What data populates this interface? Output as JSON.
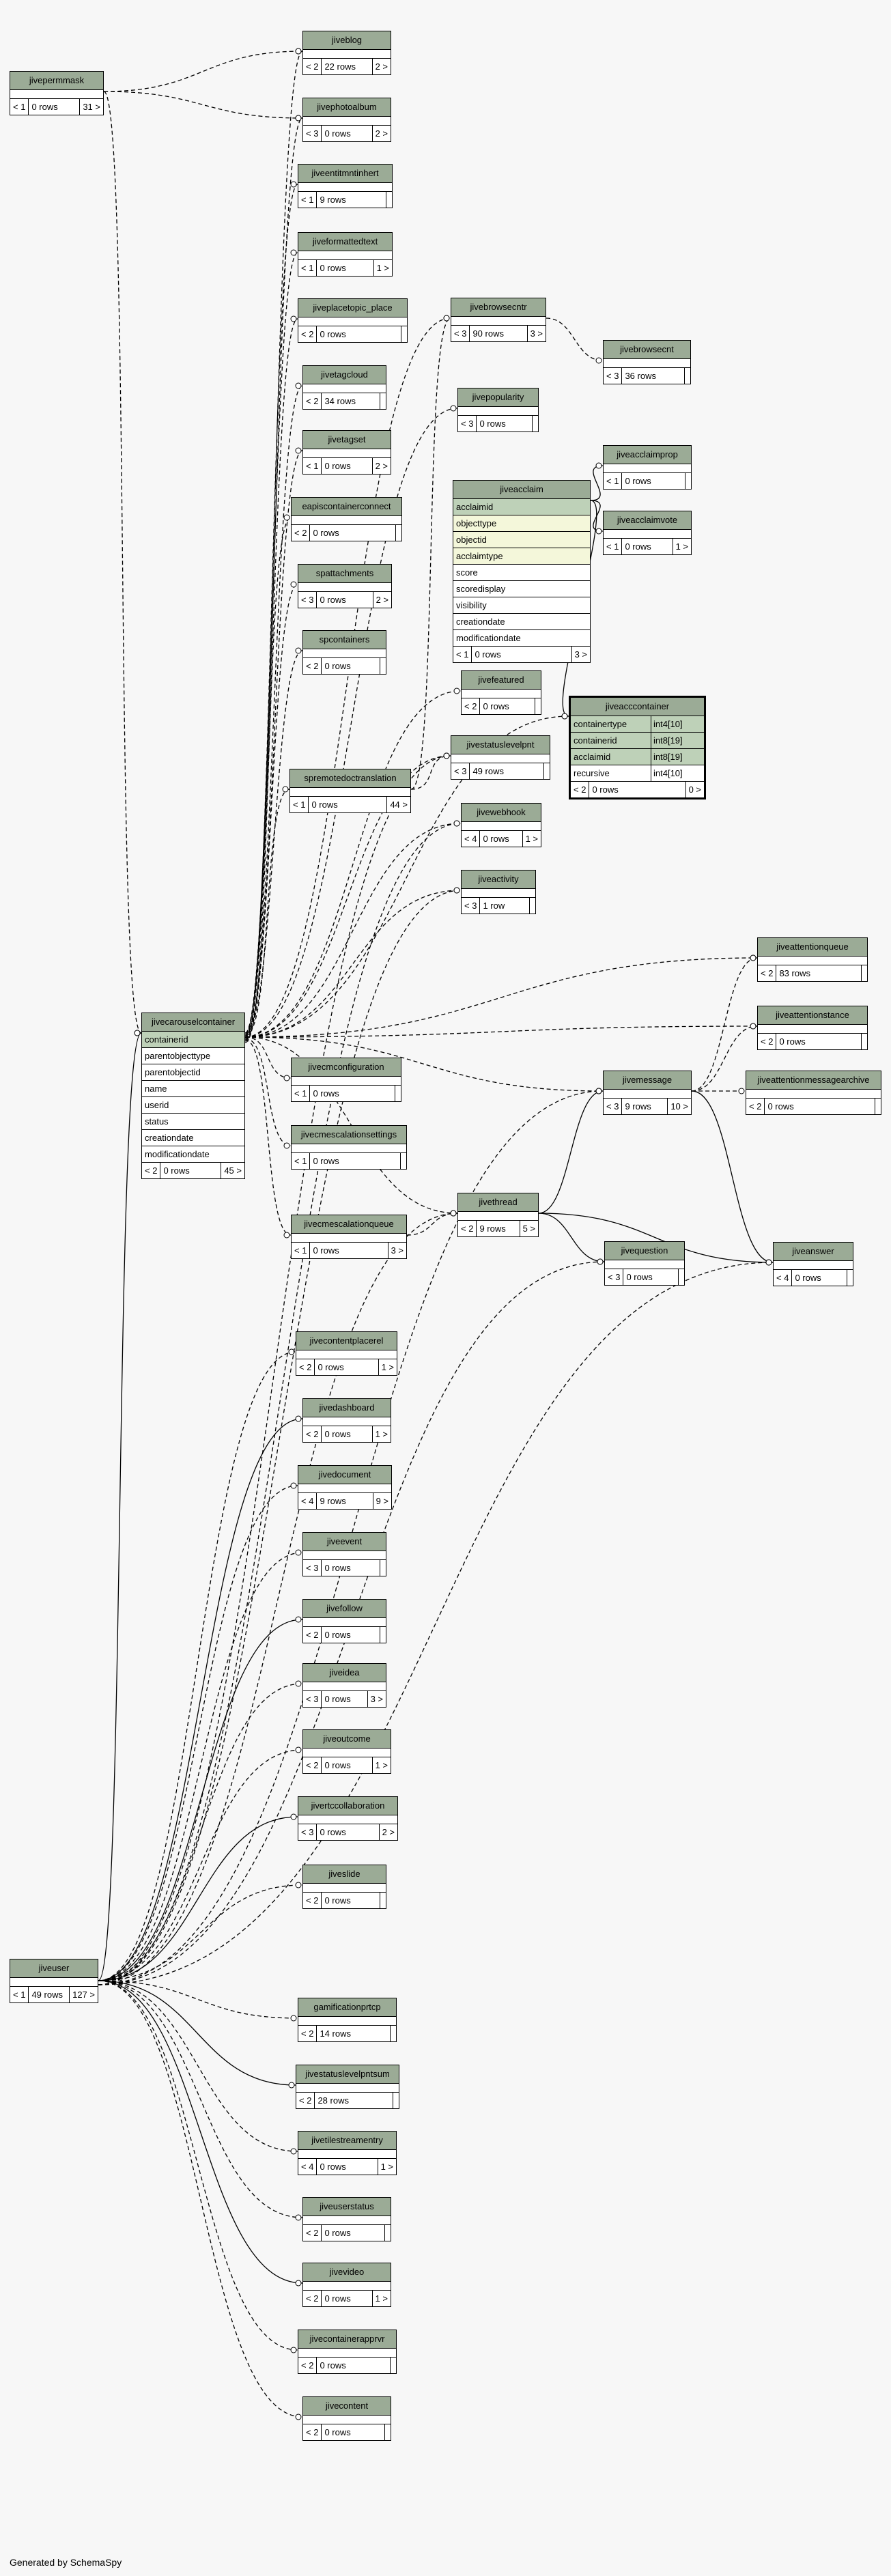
{
  "footer_text": "Generated by SchemaSpy",
  "tables": [
    {
      "id": "jivepermmask",
      "name": "jivepermmask",
      "cols": [],
      "parents": "< 1",
      "rows": "0 rows",
      "children": "31 >"
    },
    {
      "id": "jiveblog",
      "name": "jiveblog",
      "cols": [],
      "parents": "< 2",
      "rows": "22 rows",
      "children": "2 >"
    },
    {
      "id": "jivephotoalbum",
      "name": "jivephotoalbum",
      "cols": [],
      "parents": "< 3",
      "rows": "0 rows",
      "children": "2 >"
    },
    {
      "id": "jiveentitmntinhert",
      "name": "jiveentitmntinhert",
      "cols": [],
      "parents": "< 1",
      "rows": "9 rows",
      "children": ""
    },
    {
      "id": "jiveformattedtext",
      "name": "jiveformattedtext",
      "cols": [],
      "parents": "< 1",
      "rows": "0 rows",
      "children": "1 >"
    },
    {
      "id": "jiveplacetopic_place",
      "name": "jiveplacetopic_place",
      "cols": [],
      "parents": "< 2",
      "rows": "0 rows",
      "children": ""
    },
    {
      "id": "jivetagcloud",
      "name": "jivetagcloud",
      "cols": [],
      "parents": "< 2",
      "rows": "34 rows",
      "children": ""
    },
    {
      "id": "jivetagset",
      "name": "jivetagset",
      "cols": [],
      "parents": "< 1",
      "rows": "0 rows",
      "children": "2 >"
    },
    {
      "id": "eapiscontainerconnect",
      "name": "eapiscontainerconnect",
      "cols": [],
      "parents": "< 2",
      "rows": "0 rows",
      "children": ""
    },
    {
      "id": "spattachments",
      "name": "spattachments",
      "cols": [],
      "parents": "< 3",
      "rows": "0 rows",
      "children": "2 >"
    },
    {
      "id": "spcontainers",
      "name": "spcontainers",
      "cols": [],
      "parents": "< 2",
      "rows": "0 rows",
      "children": ""
    },
    {
      "id": "spremotedoctranslation",
      "name": "spremotedoctranslation",
      "cols": [],
      "parents": "< 1",
      "rows": "0 rows",
      "children": "44 >"
    },
    {
      "id": "jivebrowsecntr",
      "name": "jivebrowsecntr",
      "cols": [],
      "parents": "< 3",
      "rows": "90 rows",
      "children": "3 >"
    },
    {
      "id": "jivebrowsecnt",
      "name": "jivebrowsecnt",
      "cols": [],
      "parents": "< 3",
      "rows": "36 rows",
      "children": ""
    },
    {
      "id": "jivepopularity",
      "name": "jivepopularity",
      "cols": [],
      "parents": "< 3",
      "rows": "0 rows",
      "children": ""
    },
    {
      "id": "jiveacclaimprop",
      "name": "jiveacclaimprop",
      "cols": [],
      "parents": "< 1",
      "rows": "0 rows",
      "children": ""
    },
    {
      "id": "jiveacclaimvote",
      "name": "jiveacclaimvote",
      "cols": [],
      "parents": "< 1",
      "rows": "0 rows",
      "children": "1 >"
    },
    {
      "id": "jiveacclaim",
      "name": "jiveacclaim",
      "cols": [
        {
          "n": "acclaimid",
          "k": "pk"
        },
        {
          "n": "objecttype",
          "k": "fk"
        },
        {
          "n": "objectid",
          "k": "fk"
        },
        {
          "n": "acclaimtype",
          "k": "fk"
        },
        {
          "n": "score",
          "k": ""
        },
        {
          "n": "scoredisplay",
          "k": ""
        },
        {
          "n": "visibility",
          "k": ""
        },
        {
          "n": "creationdate",
          "k": ""
        },
        {
          "n": "modificationdate",
          "k": ""
        }
      ],
      "parents": "< 1",
      "rows": "0 rows",
      "children": "3 >"
    },
    {
      "id": "jivefeatured",
      "name": "jivefeatured",
      "cols": [],
      "parents": "< 2",
      "rows": "0 rows",
      "children": ""
    },
    {
      "id": "jivestatuslevelpnt",
      "name": "jivestatuslevelpnt",
      "cols": [],
      "parents": "< 3",
      "rows": "49 rows",
      "children": ""
    },
    {
      "id": "jiveacccontainer",
      "name": "jiveacccontainer",
      "focus": true,
      "cols": [
        {
          "n": "containertype",
          "t": "int4[10]",
          "k": "pk"
        },
        {
          "n": "containerid",
          "t": "int8[19]",
          "k": "pk"
        },
        {
          "n": "acclaimid",
          "t": "int8[19]",
          "k": "pk"
        },
        {
          "n": "recursive",
          "t": "int4[10]",
          "k": ""
        }
      ],
      "parents": "< 2",
      "rows": "0 rows",
      "children": "0 >"
    },
    {
      "id": "jivewebhook",
      "name": "jivewebhook",
      "cols": [],
      "parents": "< 4",
      "rows": "0 rows",
      "children": "1 >"
    },
    {
      "id": "jiveactivity",
      "name": "jiveactivity",
      "cols": [],
      "parents": "< 3",
      "rows": "1 row",
      "children": ""
    },
    {
      "id": "jiveattentionqueue",
      "name": "jiveattentionqueue",
      "cols": [],
      "parents": "< 2",
      "rows": "83 rows",
      "children": ""
    },
    {
      "id": "jiveattentionstance",
      "name": "jiveattentionstance",
      "cols": [],
      "parents": "< 2",
      "rows": "0 rows",
      "children": ""
    },
    {
      "id": "jivecarouselcontainer",
      "name": "jivecarouselcontainer",
      "cols": [
        {
          "n": "containerid",
          "k": "pk"
        },
        {
          "n": "parentobjecttype",
          "k": ""
        },
        {
          "n": "parentobjectid",
          "k": ""
        },
        {
          "n": "name",
          "k": ""
        },
        {
          "n": "userid",
          "k": ""
        },
        {
          "n": "status",
          "k": ""
        },
        {
          "n": "creationdate",
          "k": ""
        },
        {
          "n": "modificationdate",
          "k": ""
        }
      ],
      "parents": "< 2",
      "rows": "0 rows",
      "children": "45 >"
    },
    {
      "id": "jivecmconfiguration",
      "name": "jivecmconfiguration",
      "cols": [],
      "parents": "< 1",
      "rows": "0 rows",
      "children": ""
    },
    {
      "id": "jivemessage",
      "name": "jivemessage",
      "cols": [],
      "parents": "< 3",
      "rows": "9 rows",
      "children": "10 >"
    },
    {
      "id": "jiveattentionmessagearchive",
      "name": "jiveattentionmessagearchive",
      "cols": [],
      "parents": "< 2",
      "rows": "0 rows",
      "children": ""
    },
    {
      "id": "jivecmescalationsettings",
      "name": "jivecmescalationsettings",
      "cols": [],
      "parents": "< 1",
      "rows": "0 rows",
      "children": ""
    },
    {
      "id": "jivethread",
      "name": "jivethread",
      "cols": [],
      "parents": "< 2",
      "rows": "9 rows",
      "children": "5 >"
    },
    {
      "id": "jivecmescalationqueue",
      "name": "jivecmescalationqueue",
      "cols": [],
      "parents": "< 1",
      "rows": "0 rows",
      "children": "3 >"
    },
    {
      "id": "jivequestion",
      "name": "jivequestion",
      "cols": [],
      "parents": "< 3",
      "rows": "0 rows",
      "children": ""
    },
    {
      "id": "jiveanswer",
      "name": "jiveanswer",
      "cols": [],
      "parents": "< 4",
      "rows": "0 rows",
      "children": ""
    },
    {
      "id": "jivecontentplacerel",
      "name": "jivecontentplacerel",
      "cols": [],
      "parents": "< 2",
      "rows": "0 rows",
      "children": "1 >"
    },
    {
      "id": "jivedashboard",
      "name": "jivedashboard",
      "cols": [],
      "parents": "< 2",
      "rows": "0 rows",
      "children": "1 >"
    },
    {
      "id": "jivedocument",
      "name": "jivedocument",
      "cols": [],
      "parents": "< 4",
      "rows": "9 rows",
      "children": "9 >"
    },
    {
      "id": "jiveevent",
      "name": "jiveevent",
      "cols": [],
      "parents": "< 3",
      "rows": "0 rows",
      "children": ""
    },
    {
      "id": "jivefollow",
      "name": "jivefollow",
      "cols": [],
      "parents": "< 2",
      "rows": "0 rows",
      "children": ""
    },
    {
      "id": "jiveidea",
      "name": "jiveidea",
      "cols": [],
      "parents": "< 3",
      "rows": "0 rows",
      "children": "3 >"
    },
    {
      "id": "jiveoutcome",
      "name": "jiveoutcome",
      "cols": [],
      "parents": "< 2",
      "rows": "0 rows",
      "children": "1 >"
    },
    {
      "id": "jivertccollaboration",
      "name": "jivertccollaboration",
      "cols": [],
      "parents": "< 3",
      "rows": "0 rows",
      "children": "2 >"
    },
    {
      "id": "jiveslide",
      "name": "jiveslide",
      "cols": [],
      "parents": "< 2",
      "rows": "0 rows",
      "children": ""
    },
    {
      "id": "jiveuser",
      "name": "jiveuser",
      "cols": [],
      "parents": "< 1",
      "rows": "49 rows",
      "children": "127 >"
    },
    {
      "id": "gamificationprtcp",
      "name": "gamificationprtcp",
      "cols": [],
      "parents": "< 2",
      "rows": "14 rows",
      "children": ""
    },
    {
      "id": "jivestatuslevelpntsum",
      "name": "jivestatuslevelpntsum",
      "cols": [],
      "parents": "< 2",
      "rows": "28 rows",
      "children": ""
    },
    {
      "id": "jivetilestreamentry",
      "name": "jivetilestreamentry",
      "cols": [],
      "parents": "< 4",
      "rows": "0 rows",
      "children": "1 >"
    },
    {
      "id": "jiveuserstatus",
      "name": "jiveuserstatus",
      "cols": [],
      "parents": "< 2",
      "rows": "0 rows",
      "children": ""
    },
    {
      "id": "jivevideo",
      "name": "jivevideo",
      "cols": [],
      "parents": "< 2",
      "rows": "0 rows",
      "children": "1 >"
    },
    {
      "id": "jivecontainerapprvr",
      "name": "jivecontainerapprvr",
      "cols": [],
      "parents": "< 2",
      "rows": "0 rows",
      "children": ""
    },
    {
      "id": "jivecontent",
      "name": "jivecontent",
      "cols": [],
      "parents": "< 2",
      "rows": "0 rows",
      "children": ""
    }
  ]
}
